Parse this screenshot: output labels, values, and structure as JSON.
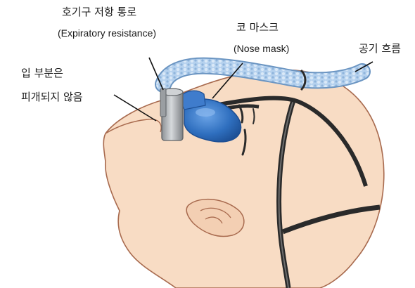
{
  "labels": {
    "expiratory_ko": "호기구 저항 통로",
    "expiratory_en": "(Expiratory resistance)",
    "nose_mask_ko": "코 마스크",
    "nose_mask_en": "(Nose mask)",
    "airflow": "공기 흐름",
    "mouth_line1": "입 부분은",
    "mouth_line2": "피개되지 않음"
  },
  "colors": {
    "skin": "#f8dcc4",
    "skin_outline": "#a86a4e",
    "mask": "#2f6fbf",
    "mask_highlight": "#5b93d8",
    "tube": "#a9c8e8",
    "tube_outline": "#6b95c2",
    "port": "#a7abaf",
    "strap": "#2a2a2a",
    "pointer": "#111111"
  }
}
